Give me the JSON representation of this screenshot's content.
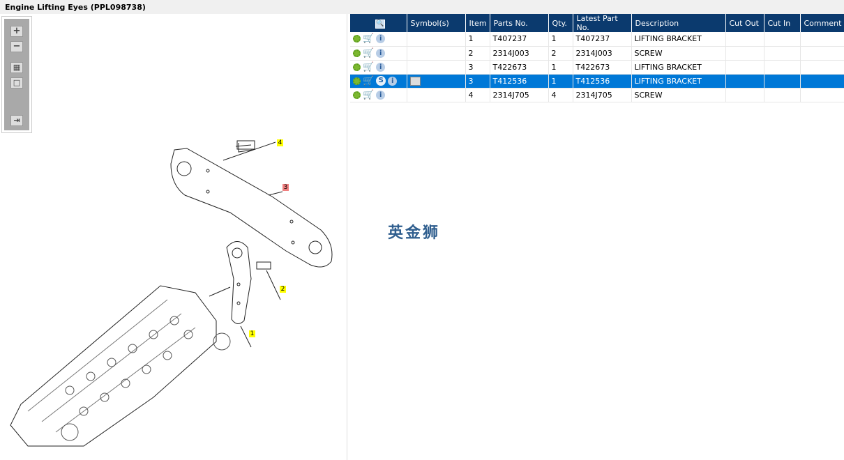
{
  "title": "Engine Lifting Eyes (PPL098738)",
  "toolbar": {
    "zoom_in": "+",
    "zoom_out": "−",
    "fit": "▦",
    "actual": "□",
    "export": "⇥"
  },
  "callouts": {
    "c1": "1",
    "c2": "2",
    "c3": "3",
    "c4": "4"
  },
  "watermark": "英金狮",
  "table": {
    "headers": {
      "symbols": "Symbol(s)",
      "item": "Item",
      "parts_no": "Parts No.",
      "qty": "Qty.",
      "latest": "Latest Part No.",
      "description": "Description",
      "cut_out": "Cut Out",
      "cut_in": "Cut In",
      "comment": "Comment"
    },
    "rows": [
      {
        "item": "1",
        "parts_no": "T407237",
        "qty": "1",
        "latest": "T407237",
        "description": "LIFTING BRACKET"
      },
      {
        "item": "2",
        "parts_no": "2314J003",
        "qty": "2",
        "latest": "2314J003",
        "description": "SCREW"
      },
      {
        "item": "3",
        "parts_no": "T422673",
        "qty": "1",
        "latest": "T422673",
        "description": "LIFTING BRACKET"
      },
      {
        "item": "3",
        "parts_no": "T412536",
        "qty": "1",
        "latest": "T412536",
        "description": "LIFTING BRACKET",
        "selected": true
      },
      {
        "item": "4",
        "parts_no": "2314J705",
        "qty": "4",
        "latest": "2314J705",
        "description": "SCREW"
      }
    ]
  },
  "colors": {
    "header": "#0b3a6e",
    "selected": "#0078d7",
    "callout": "#ffff00",
    "callout_active": "#f08080"
  }
}
